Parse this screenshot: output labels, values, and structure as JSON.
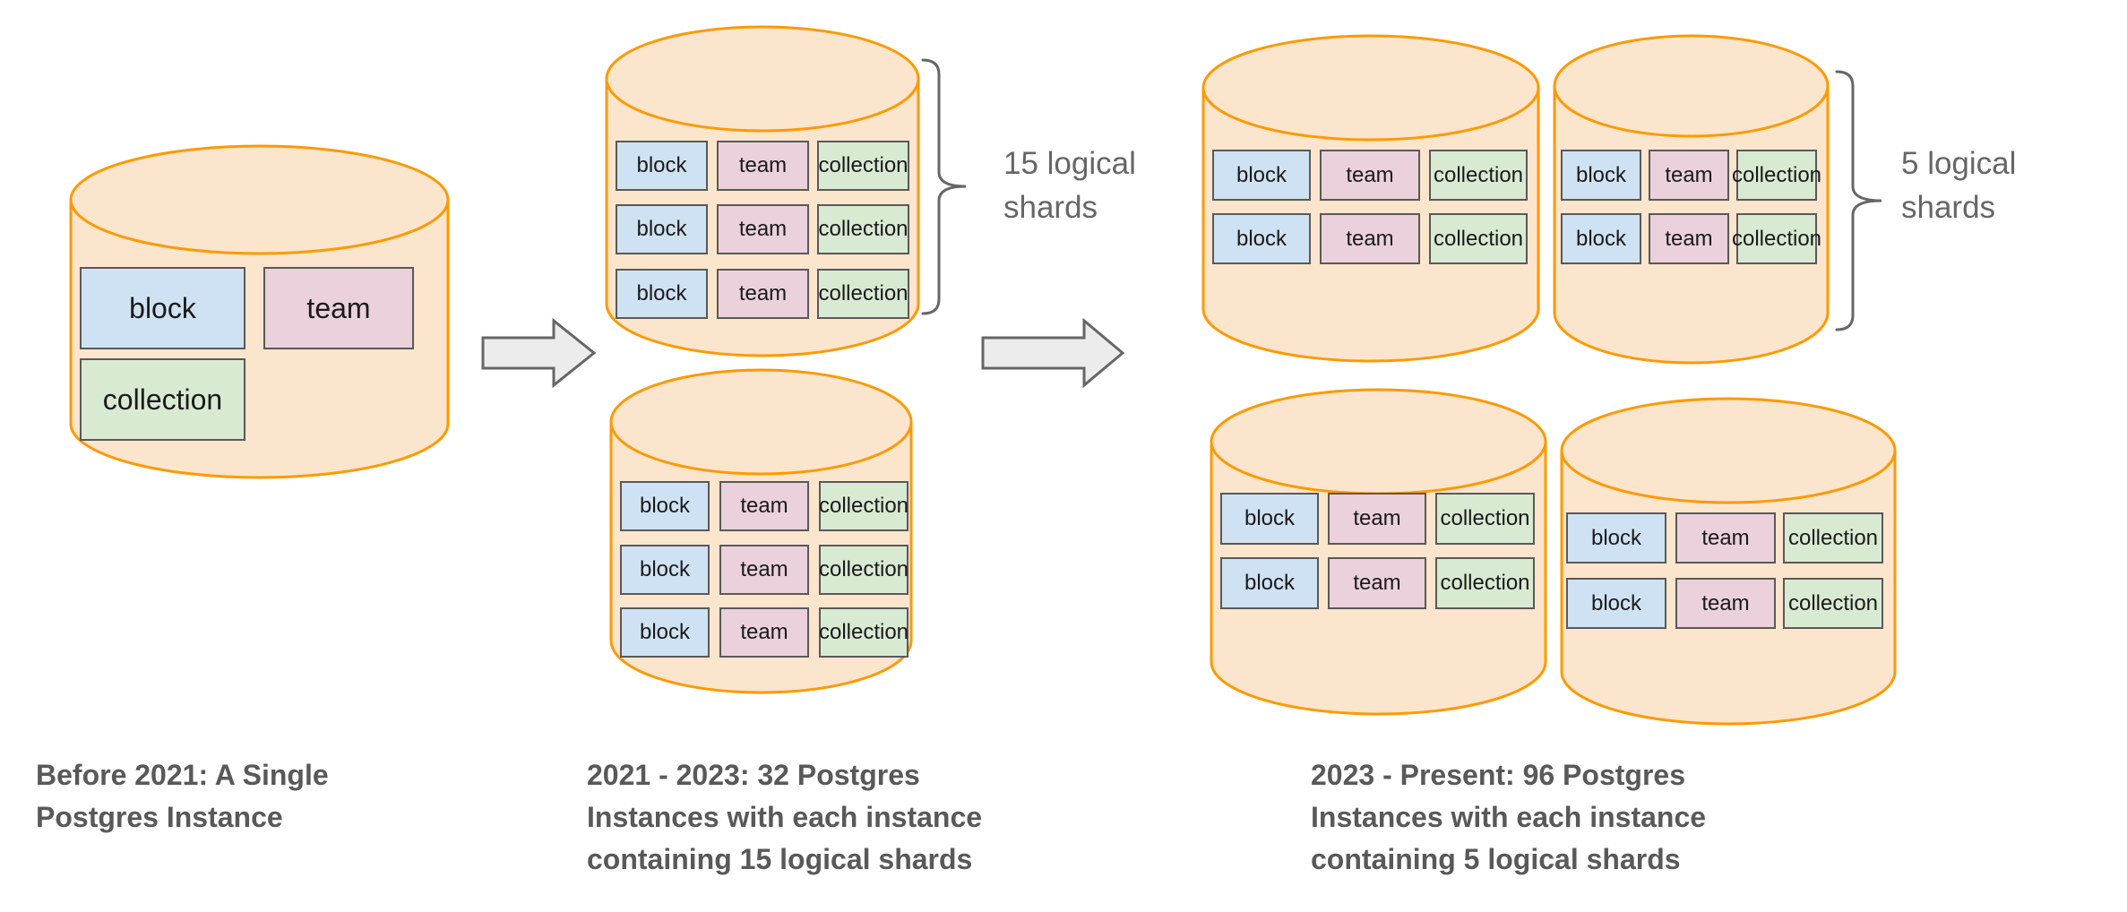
{
  "tables": [
    "block",
    "team",
    "collection"
  ],
  "stages": [
    {
      "caption_lines": [
        "Before 2021: A Single",
        "Postgres Instance"
      ]
    },
    {
      "caption_lines": [
        "2021 - 2023: 32 Postgres",
        "Instances with each instance",
        "containing 15 logical shards"
      ],
      "shard_label_lines": [
        "15 logical",
        "shards"
      ]
    },
    {
      "caption_lines": [
        "2023 - Present: 96 Postgres",
        "Instances with each instance",
        "containing 5 logical shards"
      ],
      "shard_label_lines": [
        "5 logical",
        "shards"
      ]
    }
  ],
  "palette": {
    "cylinder_fill": "#fce5cd",
    "cylinder_stroke": "#ff9900",
    "block_fill": "#cfe2f3",
    "team_fill": "#ead1dc",
    "collection_fill": "#d9ead3",
    "box_border": "#595959",
    "arrow_fill": "#ececec",
    "arrow_stroke": "#666666",
    "brace_color": "#666666",
    "caption_color": "#595959",
    "shard_label_color": "#666666"
  }
}
